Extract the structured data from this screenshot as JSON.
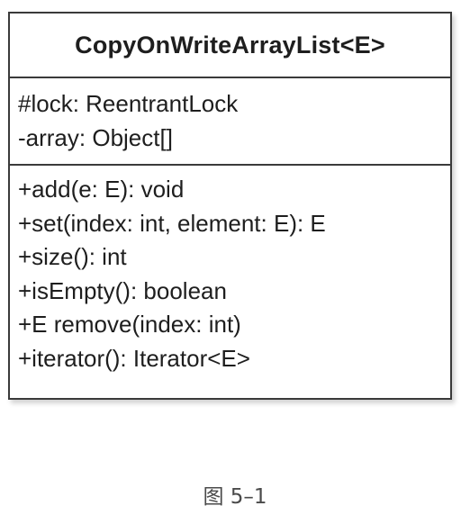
{
  "uml_class": {
    "name": "CopyOnWriteArrayList<E>",
    "attributes": [
      "#lock: ReentrantLock",
      "-array: Object[]"
    ],
    "operations": [
      "+add(e: E): void",
      "+set(index: int, element: E): E",
      "+size(): int",
      "+isEmpty(): boolean",
      "+E remove(index: int)",
      "+iterator(): Iterator<E>"
    ]
  },
  "caption": "图 5–1"
}
